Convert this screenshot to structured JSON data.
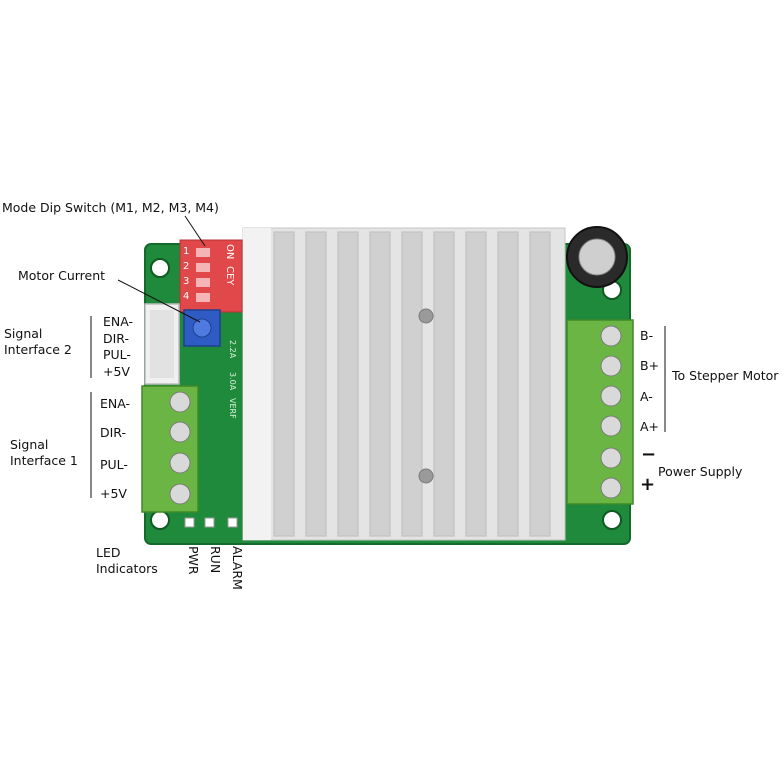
{
  "callouts": {
    "mode_dip_switch": "Mode Dip Switch (M1, M2, M3, M4)",
    "motor_current": "Motor Current",
    "signal_interface_2": "Signal Interface 2",
    "signal_interface_1": "Signal Interface 1",
    "led_indicators": "LED Indicators",
    "to_stepper_motor": "To Stepper Motor",
    "power_supply": "Power Supply"
  },
  "signal2_pins": [
    "ENA-",
    "DIR-",
    "PUL-",
    "+5V"
  ],
  "signal1_pins": [
    "ENA-",
    "DIR-",
    "PUL-",
    "+5V"
  ],
  "motor_pins": [
    "B-",
    "B+",
    "A-",
    "A+"
  ],
  "power_pins": [
    "−",
    "+"
  ],
  "led_labels": [
    "PWR",
    "RUN",
    "ALARM"
  ],
  "dip_switch": {
    "on_label": "ON",
    "brand_label": "CEY",
    "numbers": [
      "1",
      "2",
      "3",
      "4"
    ]
  },
  "pcb_silk": [
    "2.2A",
    "3.0A",
    "VERF"
  ],
  "colors": {
    "pcb": "#1f8a3c",
    "terminal": "#6bb544",
    "heatsink": "#dcdcdc",
    "dip": "#e0484a",
    "pot": "#2f5cc4"
  }
}
